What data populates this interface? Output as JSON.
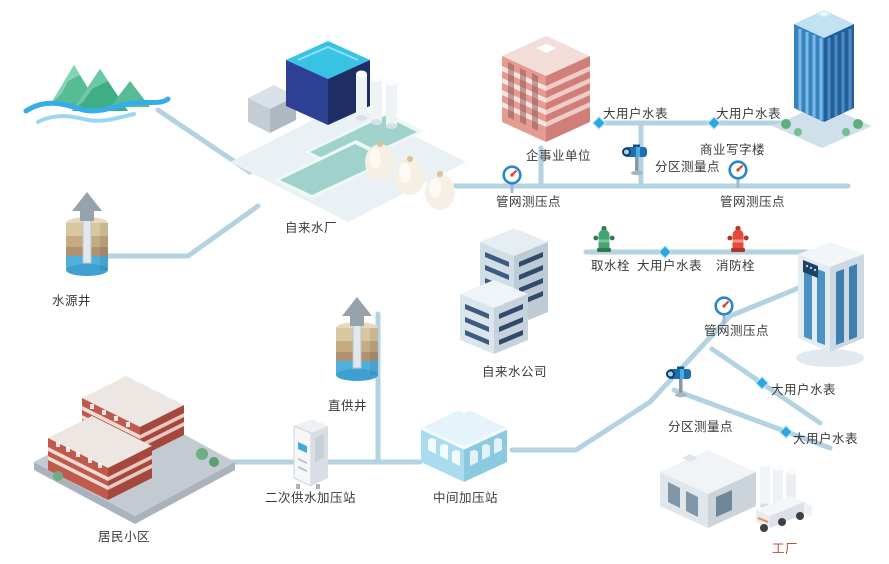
{
  "labels": {
    "water_plant": "自来水厂",
    "source_well": "水源井",
    "enterprise": "企事业单位",
    "office_tower": "商业写字楼",
    "meter_top_left": "大用户水表",
    "meter_top_right": "大用户水表",
    "district_point_top": "分区测量点",
    "pressure_point_left": "管网测压点",
    "pressure_point_right": "管网测压点",
    "intake_hydrant": "取水栓",
    "meter_mid": "大用户水表",
    "fire_hydrant": "消防栓",
    "water_company": "自来水公司",
    "pressure_point_mid": "管网测压点",
    "direct_well": "直供井",
    "residential": "居民小区",
    "secondary_station": "二次供水加压站",
    "middle_station": "中间加压站",
    "district_point_bottom": "分区测量点",
    "meter_right_top": "大用户水表",
    "meter_right_bottom": "大用户水表",
    "factory": "工厂"
  },
  "icons": {
    "pressure_gauge": "gauge-icon",
    "district_monitor": "camera-icon",
    "water_meter": "diamond-meter-icon",
    "intake_hydrant": "hydrant-green-icon",
    "fire_hydrant": "hydrant-red-icon"
  },
  "colors": {
    "pipe": "#b3d3e2",
    "stream": "#36ade6",
    "label_text": "#3a3a3a",
    "factory_label": "#b5503a",
    "meter_blue": "#2aa6e0",
    "gauge_ring": "#2a86c8",
    "gauge_needle": "#e23b30",
    "hydrant_green": "#45a372",
    "hydrant_red": "#e24b3e",
    "camera_blue": "#1e6fae"
  }
}
